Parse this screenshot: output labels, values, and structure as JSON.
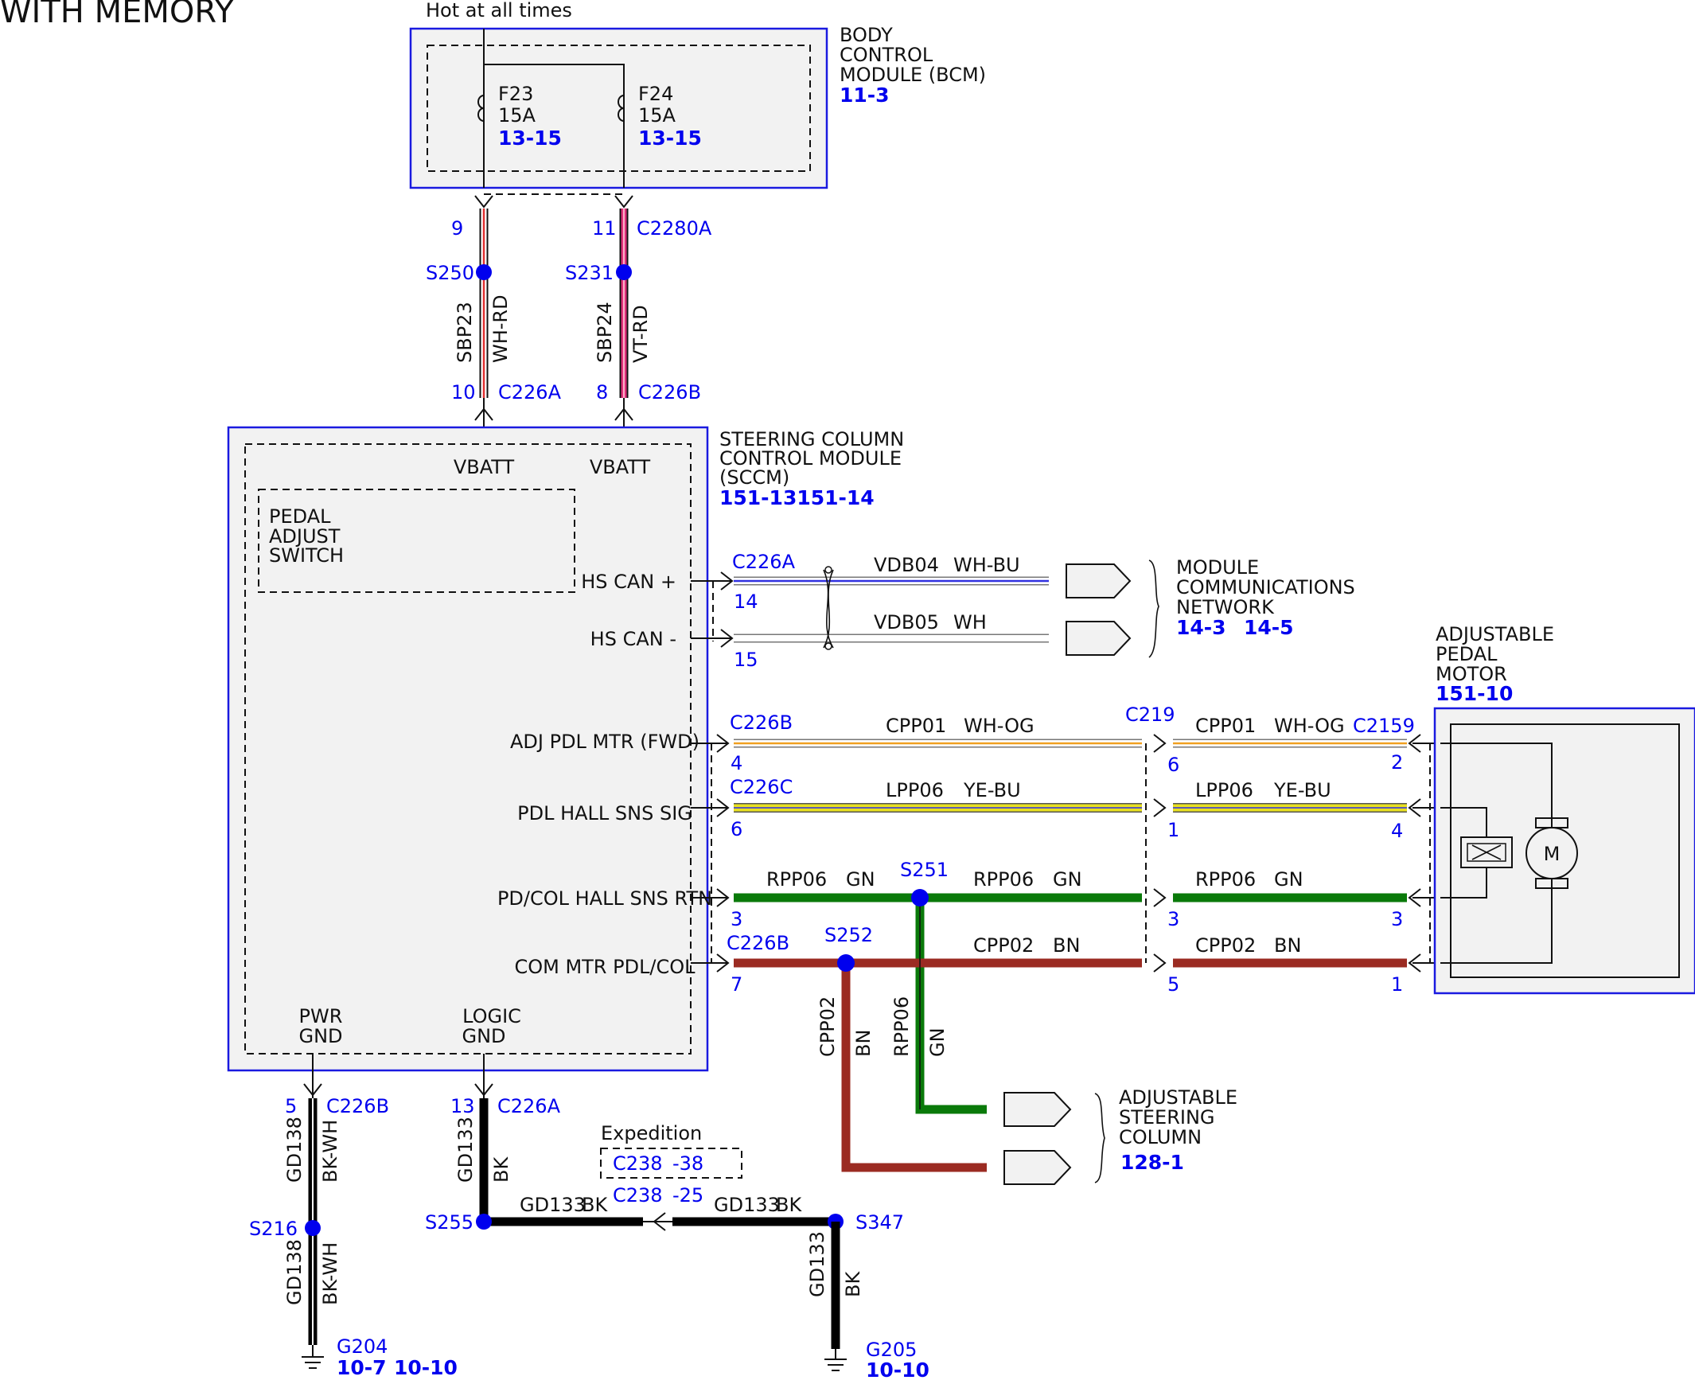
{
  "title": "WITH MEMORY",
  "hot_label": "Hot at all times",
  "bcm": {
    "name_lines": [
      "BODY",
      "CONTROL",
      "MODULE (BCM)"
    ],
    "ref": "11-3",
    "fuses": [
      {
        "name": "F23",
        "rating": "15A",
        "ref": "13-15"
      },
      {
        "name": "F24",
        "rating": "15A",
        "ref": "13-15"
      }
    ]
  },
  "upper_connectors": {
    "c2280a": {
      "connector": "C2280A",
      "pin_a": "9",
      "pin_b": "11"
    },
    "splices": {
      "s250": "S250",
      "s231": "S231"
    },
    "wire_a": {
      "circuit": "SBP23",
      "color": "WH-RD"
    },
    "wire_b": {
      "circuit": "SBP24",
      "color": "VT-RD"
    },
    "lower_a": {
      "pin": "10",
      "connector": "C226A"
    },
    "lower_b": {
      "pin": "8",
      "connector": "C226B"
    }
  },
  "sccm": {
    "name_lines": [
      "STEERING COLUMN",
      "CONTROL MODULE",
      "(SCCM)"
    ],
    "ref": "151-13151-14",
    "vbatt": "VBATT",
    "switch_lines": [
      "PEDAL",
      "ADJUST",
      "SWITCH"
    ],
    "pins": {
      "hs_can_p": "HS CAN +",
      "hs_can_n": "HS CAN -",
      "adj_fwd": "ADJ PDL MTR (FWD)",
      "hall_sig": "PDL HALL SNS SIG",
      "hall_rtn": "PD/COL HALL SNS RTN",
      "com_mtr": "COM MTR PDL/COL",
      "pwr_gnd": [
        "PWR",
        "GND"
      ],
      "logic_gnd": [
        "LOGIC",
        "GND"
      ]
    }
  },
  "can": {
    "connector": "C226A",
    "pin_p": "14",
    "pin_n": "15",
    "wire_p": {
      "circuit": "VDB04",
      "color": "WH-BU"
    },
    "wire_n": {
      "circuit": "VDB05",
      "color": "WH"
    },
    "dest_lines": [
      "MODULE",
      "COMMUNICATIONS",
      "NETWORK"
    ],
    "dest_refs": [
      "14-3",
      "14-5"
    ]
  },
  "motor_circuits": {
    "c226b_top": "C226B",
    "c226c": "C226C",
    "c226b_bottom": "C226B",
    "c219": "C219",
    "c2159": "C2159",
    "left_pins": [
      "4",
      "6",
      "3",
      "7"
    ],
    "mid_pins": [
      "6",
      "1",
      "3",
      "5"
    ],
    "right_pins": [
      "2",
      "4",
      "3",
      "1"
    ],
    "w1": {
      "circuit": "CPP01",
      "color": "WH-OG"
    },
    "w2": {
      "circuit": "LPP06",
      "color": "YE-BU"
    },
    "w3": {
      "circuit": "RPP06",
      "color": "GN"
    },
    "w4": {
      "circuit": "CPP02",
      "color": "BN"
    },
    "s251": "S251",
    "s252": "S252"
  },
  "motor": {
    "name_lines": [
      "ADJUSTABLE",
      "PEDAL",
      "MOTOR"
    ],
    "ref": "151-10",
    "symbol": "M"
  },
  "steering_col": {
    "name_lines": [
      "ADJUSTABLE",
      "STEERING",
      "COLUMN"
    ],
    "ref": "128-1",
    "wire_a": {
      "circuit": "CPP02",
      "color": "BN"
    },
    "wire_b": {
      "circuit": "RPP06",
      "color": "GN"
    }
  },
  "grounds": {
    "pwr": {
      "pin": "5",
      "connector": "C226B",
      "circuit": "GD138",
      "color": "BK-WH",
      "splice": "S216",
      "ground": "G204",
      "refs": [
        "10-7",
        "10-10"
      ]
    },
    "logic": {
      "pin": "13",
      "connector": "C226A",
      "circuit": "GD133",
      "color": "BK",
      "splice": "S255"
    },
    "expedition": {
      "label": "Expedition",
      "conn1": "C238",
      "pin1": "-38",
      "conn2": "C238",
      "pin2": "-25"
    },
    "h_left": {
      "circuit": "GD133",
      "color": "BK"
    },
    "h_right": {
      "circuit": "GD133",
      "color": "BK"
    },
    "s347": {
      "splice": "S347",
      "circuit": "GD133",
      "color": "BK",
      "ground": "G205",
      "ref": "10-10"
    }
  },
  "colors": {
    "module_border": "#1a1ae0",
    "module_fill": "#f2f2f2",
    "ref_blue": "#0000ee",
    "wh_rd": "#e03030",
    "vt_rd": "#e0307a",
    "wh_bu": "#3030e0",
    "wh_og": "#f0a020",
    "ye_bu": "#e8e020",
    "gn": "#0a7a0a",
    "bn": "#9b2b22",
    "bk": "#000000"
  }
}
